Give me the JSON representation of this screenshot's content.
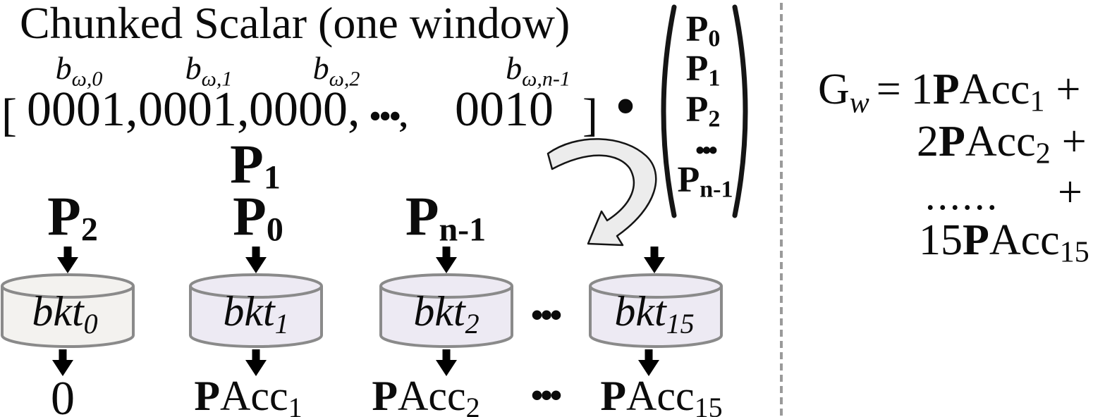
{
  "title": "Chunked Scalar (one window)",
  "scalar": {
    "bit_labels": [
      {
        "b": "b",
        "sub": "ω,0"
      },
      {
        "b": "b",
        "sub": "ω,1"
      },
      {
        "b": "b",
        "sub": "ω,2"
      },
      {
        "b": "b",
        "sub": "ω,n-1"
      }
    ],
    "open_bracket": "[",
    "chunks": [
      "0001,",
      "0001,",
      "0000,",
      "•••,",
      "0010"
    ],
    "close_bracket": "]",
    "dot_product": "•"
  },
  "vector": {
    "entries": [
      {
        "p": "P",
        "sub": "0"
      },
      {
        "p": "P",
        "sub": "1"
      },
      {
        "p": "P",
        "sub": "2"
      }
    ],
    "dots": "•••",
    "last": {
      "p": "P",
      "sub": "n-1"
    }
  },
  "points": {
    "p1": {
      "p": "P",
      "sub": "1"
    },
    "p2": {
      "p": "P",
      "sub": "2"
    },
    "p0": {
      "p": "P",
      "sub": "0"
    },
    "pn": {
      "p": "P",
      "sub": "n-1"
    }
  },
  "buckets": {
    "items": [
      {
        "name": "bkt",
        "sub": "0"
      },
      {
        "name": "bkt",
        "sub": "1"
      },
      {
        "name": "bkt",
        "sub": "2"
      },
      {
        "name": "bkt",
        "sub": "15"
      }
    ],
    "dots": "•••"
  },
  "outputs": {
    "zero": "0",
    "items": [
      {
        "p": "P",
        "acc": "Acc",
        "sub": "1"
      },
      {
        "p": "P",
        "acc": "Acc",
        "sub": "2"
      },
      {
        "p": "P",
        "acc": "Acc",
        "sub": "15"
      }
    ],
    "dots": "•••"
  },
  "equation": {
    "g": "G",
    "g_sub": "w",
    "equals": "=",
    "lines": [
      {
        "coef": "1",
        "p": "P",
        "acc": "Acc",
        "sub": "1",
        "plus": "+"
      },
      {
        "coef": "2",
        "p": "P",
        "acc": "Acc",
        "sub": "2",
        "plus": "+"
      },
      {
        "dots": "......",
        "plus": "+"
      },
      {
        "coef": "15",
        "p": "P",
        "acc": "Acc",
        "sub": "15"
      }
    ]
  },
  "colors": {
    "bucket0_fill": "#f3f2ef",
    "bucket_fill": "#edeaf3",
    "cyl_stroke": "#8a8a8a",
    "divider": "#9a9a9a",
    "arrow_fill": "#ececec",
    "ink": "#151515"
  }
}
